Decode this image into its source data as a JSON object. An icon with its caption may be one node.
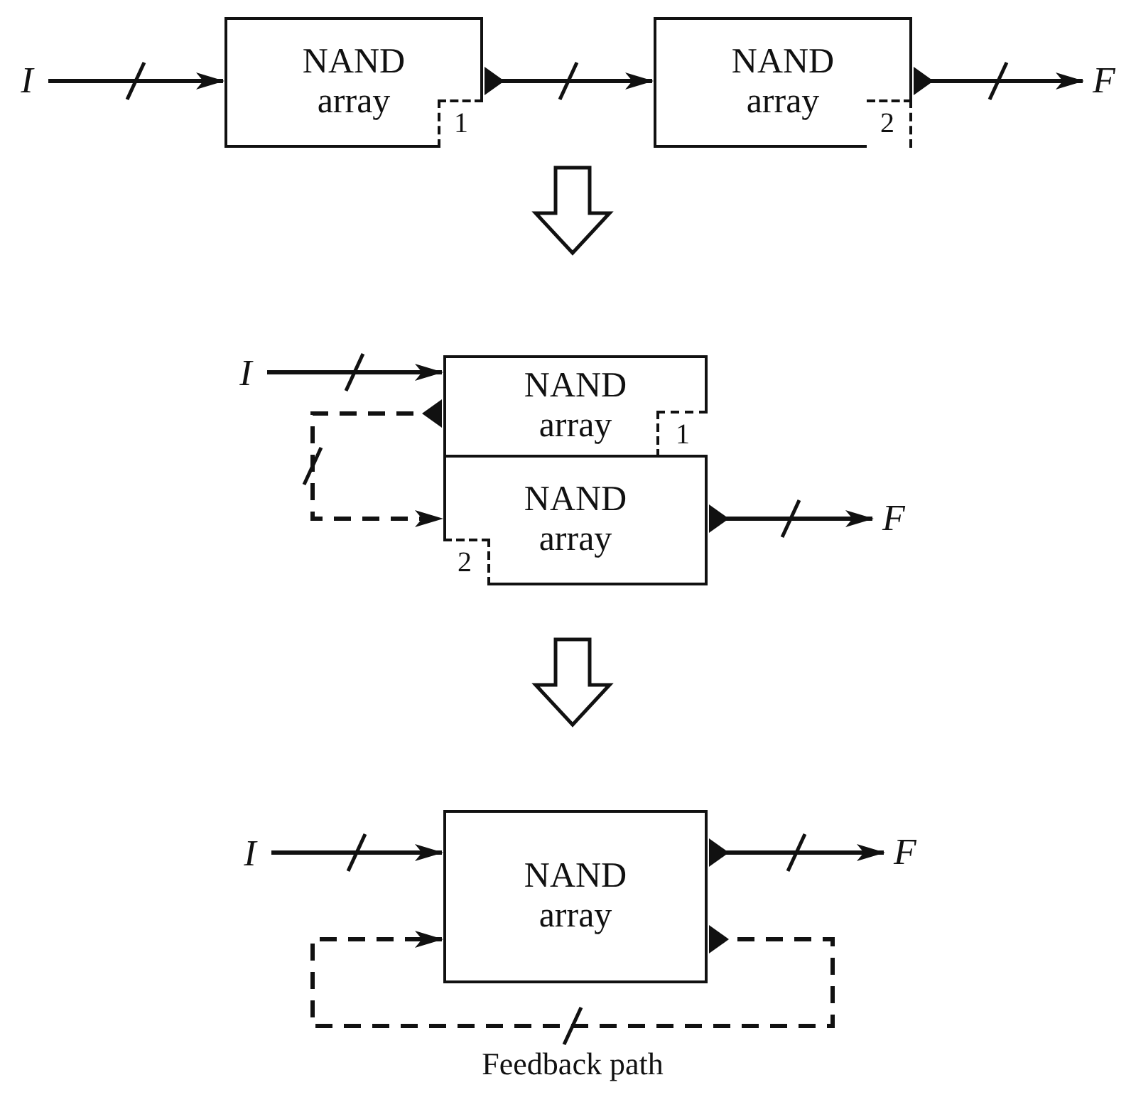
{
  "diagram": {
    "nodes": [
      {
        "text": [
          "I"
        ]
      },
      {
        "text": [
          "NAND array"
        ]
      },
      {
        "text": [
          "1"
        ],
        "in": 1
      },
      {
        "text": [
          "NAND array"
        ]
      },
      {
        "text": [
          "2"
        ],
        "in": 3
      },
      {
        "text": [
          "F"
        ]
      },
      {
        "text": [
          "I"
        ]
      },
      {
        "text": [
          "NAND array"
        ]
      },
      {
        "text": [
          "1"
        ],
        "in": 7
      },
      {
        "text": [
          "NAND array"
        ]
      },
      {
        "text": [
          "2"
        ],
        "in": 9
      },
      {
        "text": [
          "F"
        ]
      },
      {
        "text": [
          "I"
        ]
      },
      {
        "text": [
          "NAND array"
        ]
      },
      {
        "text": [
          "F"
        ]
      }
    ],
    "edges": [
      {
        "from": 0,
        "to": 1,
        "arrow": "to"
      },
      {
        "from": 1,
        "to": 3,
        "arrow": "to"
      },
      {
        "from": 3,
        "to": 5,
        "arrow": "to"
      },
      {
        "from": 6,
        "to": 7,
        "arrow": "to"
      },
      {
        "from": 7,
        "to": 9,
        "arrow": "to",
        "style": "dashed"
      },
      {
        "from": 9,
        "to": 11,
        "arrow": "to"
      },
      {
        "from": 12,
        "to": 13,
        "arrow": "to"
      },
      {
        "from": 13,
        "to": 14,
        "arrow": "to"
      },
      {
        "from": 13,
        "to": 13,
        "arrow": "to",
        "style": "dashed",
        "label": "Feedback path"
      }
    ]
  }
}
